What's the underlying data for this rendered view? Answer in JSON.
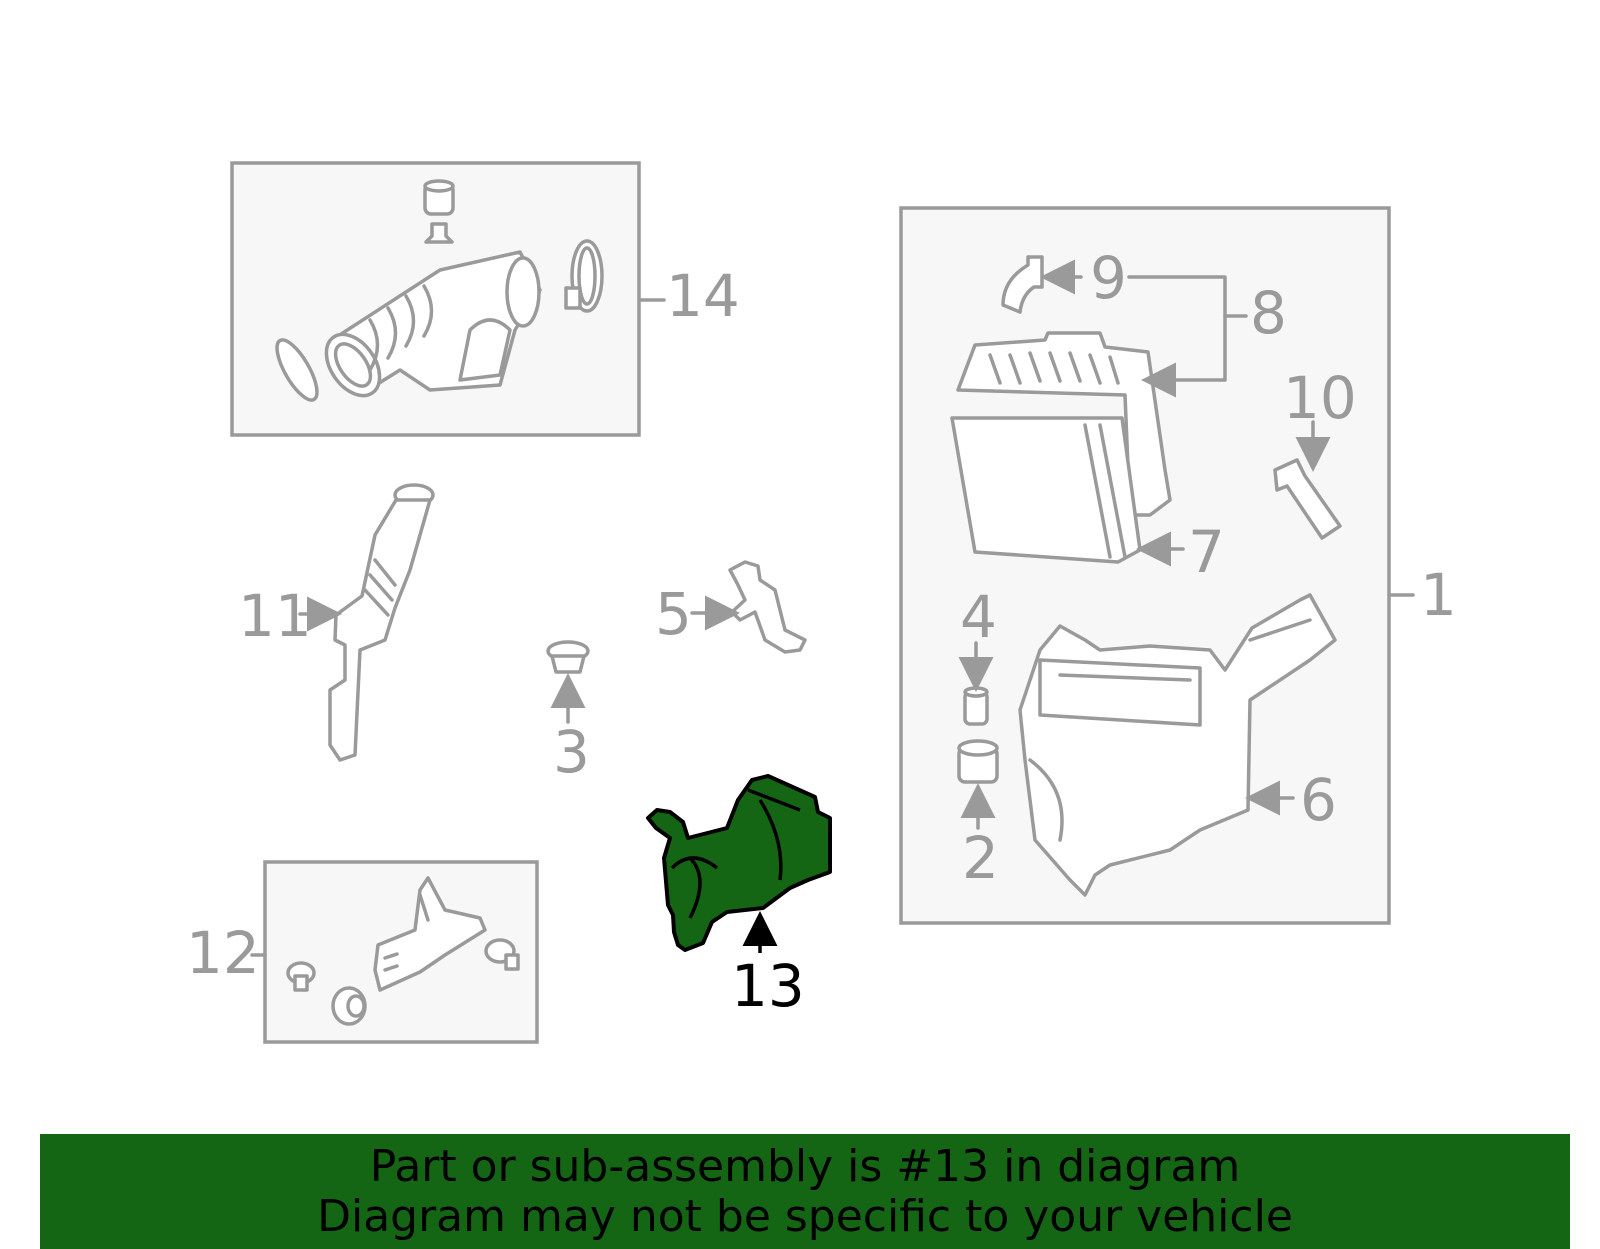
{
  "callouts": {
    "n1": "1",
    "n2": "2",
    "n3": "3",
    "n4": "4",
    "n5": "5",
    "n6": "6",
    "n7": "7",
    "n8": "8",
    "n9": "9",
    "n10": "10",
    "n11": "11",
    "n12": "12",
    "n13": "13",
    "n14": "14"
  },
  "highlight": {
    "part_number": "13",
    "color": "#146614"
  },
  "banner": {
    "line1": "Part or sub-assembly is #13 in diagram",
    "line2": "Diagram may not be specific to your vehicle"
  }
}
